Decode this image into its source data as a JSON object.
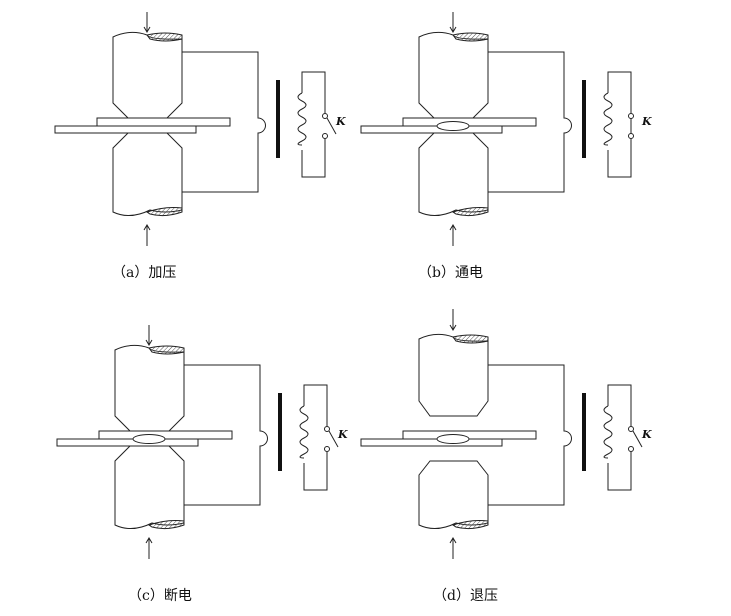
{
  "panels": [
    {
      "caption": "（a）加压",
      "switch_label": "K",
      "switch_closed": false,
      "nugget": false,
      "electrodes_retracted": false
    },
    {
      "caption": "（b）通电",
      "switch_label": "K",
      "switch_closed": true,
      "nugget": true,
      "electrodes_retracted": false
    },
    {
      "caption": "（c）断电",
      "switch_label": "K",
      "switch_closed": false,
      "nugget": true,
      "electrodes_retracted": false
    },
    {
      "caption": "（d）退压",
      "switch_label": "K",
      "switch_closed": false,
      "nugget": true,
      "electrodes_retracted": true
    }
  ]
}
